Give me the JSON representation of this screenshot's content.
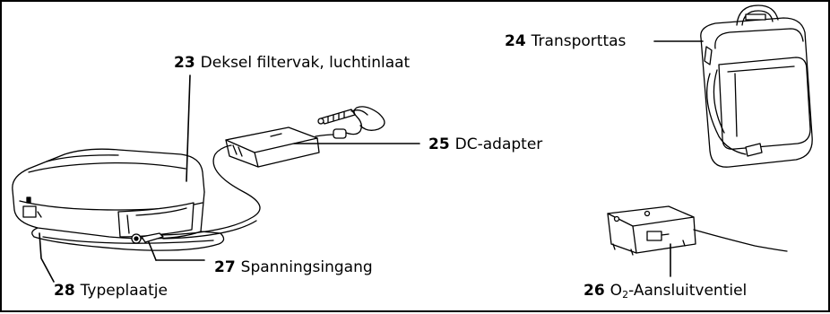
{
  "figure": {
    "callouts": [
      {
        "id": "23",
        "number": "23",
        "text": "Deksel filtervak, luchtinlaat"
      },
      {
        "id": "24",
        "number": "24",
        "text": "Transporttas"
      },
      {
        "id": "25",
        "number": "25",
        "text": "DC-adapter"
      },
      {
        "id": "26",
        "number": "26",
        "text_prefix": "O",
        "text_sub": "2",
        "text_suffix": "-Aansluitventiel"
      },
      {
        "id": "27",
        "number": "27",
        "text": "Spanningsingang"
      },
      {
        "id": "28",
        "number": "28",
        "text": "Typeplaatje"
      }
    ],
    "line_color": "#000000"
  }
}
